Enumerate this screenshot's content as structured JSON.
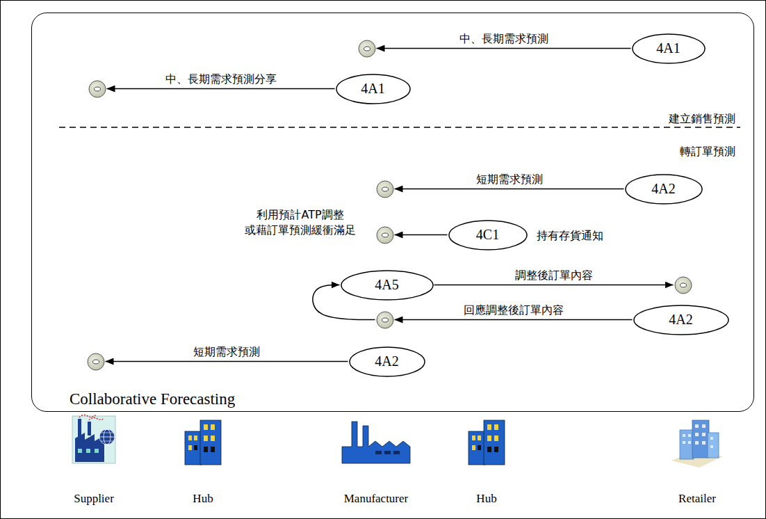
{
  "diagram": {
    "nodes": [
      {
        "text": [
          "Collaborative Forecasting"
        ]
      },
      {
        "text": [],
        "in": 0
      },
      {
        "text": [
          "4A1"
        ],
        "in": 0
      },
      {
        "text": [],
        "in": 0
      },
      {
        "text": [
          "4A1"
        ],
        "in": 0
      },
      {
        "text": [],
        "in": 0
      },
      {
        "text": [
          "4A2"
        ],
        "in": 0
      },
      {
        "text": [],
        "in": 0
      },
      {
        "text": [
          "4C1"
        ],
        "in": 0
      },
      {
        "text": [
          "4A5"
        ],
        "in": 0
      },
      {
        "text": [],
        "in": 0
      },
      {
        "text": [],
        "in": 0
      },
      {
        "text": [
          "4A2"
        ],
        "in": 0
      },
      {
        "text": [],
        "in": 0
      },
      {
        "text": [
          "4A2"
        ],
        "in": 0
      }
    ],
    "edges": [
      {
        "from": 2,
        "to": 1,
        "arrow": "to",
        "label": "中、長期需求預測"
      },
      {
        "from": 4,
        "to": 3,
        "arrow": "to",
        "label": "中、長期需求預測分享"
      },
      {
        "from": 6,
        "to": 5,
        "arrow": "to",
        "label": "短期需求預測"
      },
      {
        "from": 8,
        "to": 7,
        "arrow": "to"
      },
      {
        "from": 9,
        "to": 10,
        "arrow": "to",
        "label": "調整後訂單內容"
      },
      {
        "from": 12,
        "to": 11,
        "arrow": "to",
        "label": "回應調整後訂單內容"
      },
      {
        "from": 11,
        "to": 9,
        "arrow": "to"
      },
      {
        "from": 14,
        "to": 13,
        "arrow": "to",
        "label": "短期需求預測"
      }
    ],
    "labels": [
      "建立銷售預測",
      "轉訂單預測",
      "利用預計ATP調整 或藉訂單預測緩衝滿足",
      "持有存貨通知",
      "Supplier",
      "Hub",
      "Manufacturer",
      "Hub",
      "Retailer"
    ]
  }
}
